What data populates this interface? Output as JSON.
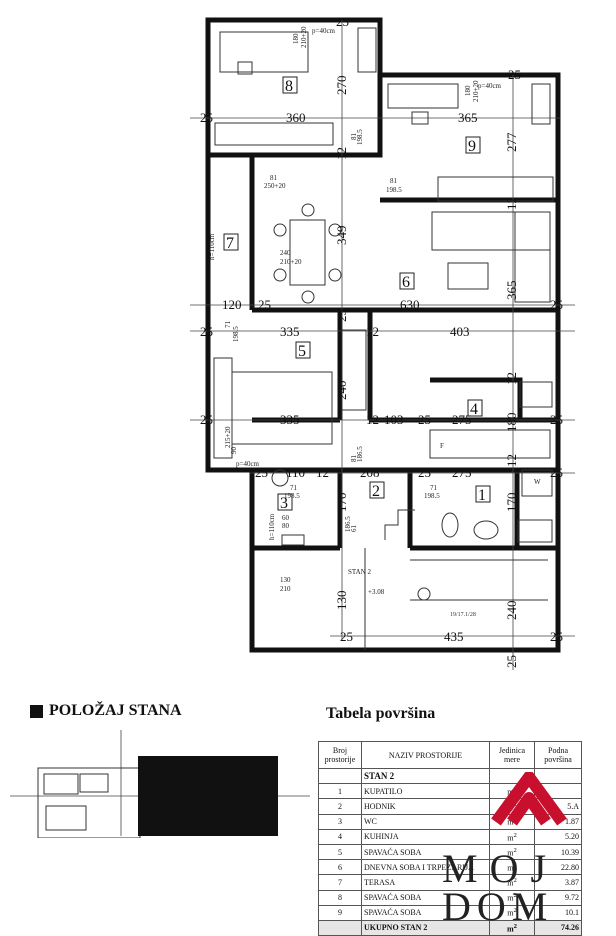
{
  "plan": {
    "rooms": [
      {
        "id": "8",
        "label": "8"
      },
      {
        "id": "9",
        "label": "9"
      },
      {
        "id": "7",
        "label": "7"
      },
      {
        "id": "6",
        "label": "6"
      },
      {
        "id": "5",
        "label": "5"
      },
      {
        "id": "4",
        "label": "4"
      },
      {
        "id": "3",
        "label": "3"
      },
      {
        "id": "2",
        "label": "2"
      },
      {
        "id": "1",
        "label": "1"
      }
    ],
    "dims": {
      "d360": "360",
      "d365": "365",
      "d270": "270",
      "d277": "277",
      "d349": "349",
      "d630": "630",
      "d120": "120",
      "d335a": "335",
      "d403": "403",
      "d365v": "365",
      "d335b": "335",
      "d103": "103",
      "d275a": "275",
      "d180": "180",
      "d240": "240",
      "d110": "110",
      "d208": "208",
      "d275b": "275",
      "d170a": "170",
      "d170b": "170",
      "d130": "130",
      "d240b": "240",
      "d435": "435",
      "d25": "25",
      "d12": "12"
    },
    "notes": {
      "p40": "p=40cm",
      "p40b": "p=40cm",
      "w180": "180",
      "w210": "210+20",
      "w180b": "180",
      "w210b": "210+20",
      "d81a": "81",
      "d250": "250+20",
      "d81b": "81",
      "d198a": "198.5",
      "d81c": "81",
      "d198b": "198.5",
      "d71a": "71",
      "d198c": "198.5",
      "d71b": "71",
      "d198d": "198.5",
      "d71c": "71",
      "d198e": "198.5",
      "h110": "h=110cm",
      "h110b": "h=110cm",
      "t240": "240",
      "t210": "210+20",
      "d60": "60",
      "d80": "80",
      "d130b": "130",
      "d210c": "210",
      "d61": "61",
      "d186": "186.5",
      "d71d": "71",
      "d198f": "198.5",
      "d81d": "81",
      "d186b": "186.5",
      "d215": "215+20",
      "d90": "90",
      "elev": "+3.08",
      "stan": "STAN 2",
      "stairs": "19/17.1/28",
      "w": "W",
      "f": "F"
    }
  },
  "position_title": "POLOŽAJ STANA",
  "table": {
    "title": "Tabela površina",
    "headers": [
      "Broj prostorije",
      "NAZIV PROSTORIJE",
      "Jedinica mere",
      "Podna površina"
    ],
    "group": "STAN 2",
    "unit": "m",
    "unit_exp": "2",
    "rows": [
      {
        "n": "1",
        "name": "KUPATILO",
        "area": ""
      },
      {
        "n": "2",
        "name": "HODNIK",
        "area": "5.A"
      },
      {
        "n": "3",
        "name": "WC",
        "area": "1.87"
      },
      {
        "n": "4",
        "name": "KUHINJA",
        "area": "5.20"
      },
      {
        "n": "5",
        "name": "SPAVAĆA SOBA",
        "area": "10.39"
      },
      {
        "n": "6",
        "name": "DNEVNA SOBA I TRPEZARIJA",
        "area": "22.80"
      },
      {
        "n": "7",
        "name": "TERASA",
        "area": "3.87"
      },
      {
        "n": "8",
        "name": "SPAVAĆA SOBA",
        "area": "9.72"
      },
      {
        "n": "9",
        "name": "SPAVAĆA SOBA",
        "area": "10.1"
      }
    ],
    "total_label": "UKUPNO STAN 2",
    "total_area": "74.26"
  },
  "logo": {
    "line1": "MOJ",
    "line2": "DOM",
    "accent": "#c8102e"
  }
}
